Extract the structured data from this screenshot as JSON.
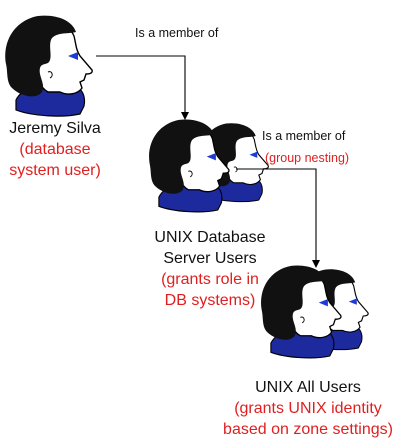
{
  "colors": {
    "hair": "#111111",
    "skin": "#ffffff",
    "outline": "#000000",
    "shirt": "#1c2a9e",
    "eye": "#1f3bd6",
    "annotation": "#e02020",
    "arrow": "#000000"
  },
  "nodes": {
    "jeremy": {
      "name": "Jeremy Silva",
      "note": [
        "(database",
        "system user)"
      ]
    },
    "db_users": {
      "name": [
        "UNIX Database",
        "Server Users"
      ],
      "note": [
        "(grants role in",
        "DB systems)"
      ]
    },
    "all_users": {
      "name": "UNIX All Users",
      "note": [
        "(grants UNIX identity",
        "based on zone settings)"
      ]
    }
  },
  "edges": {
    "e1": {
      "label": "Is a member of"
    },
    "e2": {
      "label": "Is a member of",
      "note": "(group nesting)"
    }
  }
}
